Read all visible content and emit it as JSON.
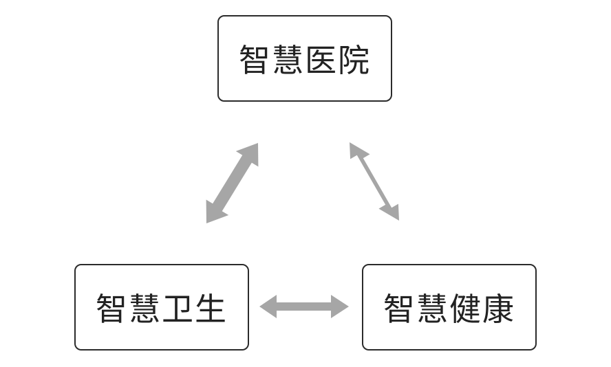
{
  "diagram": {
    "nodes": {
      "top": "智慧医院",
      "left": "智慧卫生",
      "right": "智慧健康"
    },
    "connectors": [
      {
        "from": "top",
        "to": "left",
        "type": "bidirectional-arrow"
      },
      {
        "from": "top",
        "to": "right",
        "type": "bidirectional-arrow"
      },
      {
        "from": "left",
        "to": "right",
        "type": "bidirectional-arrow"
      }
    ],
    "colors": {
      "arrow": "#a6a6a6",
      "border": "#2b2b2b",
      "text": "#222222"
    }
  }
}
